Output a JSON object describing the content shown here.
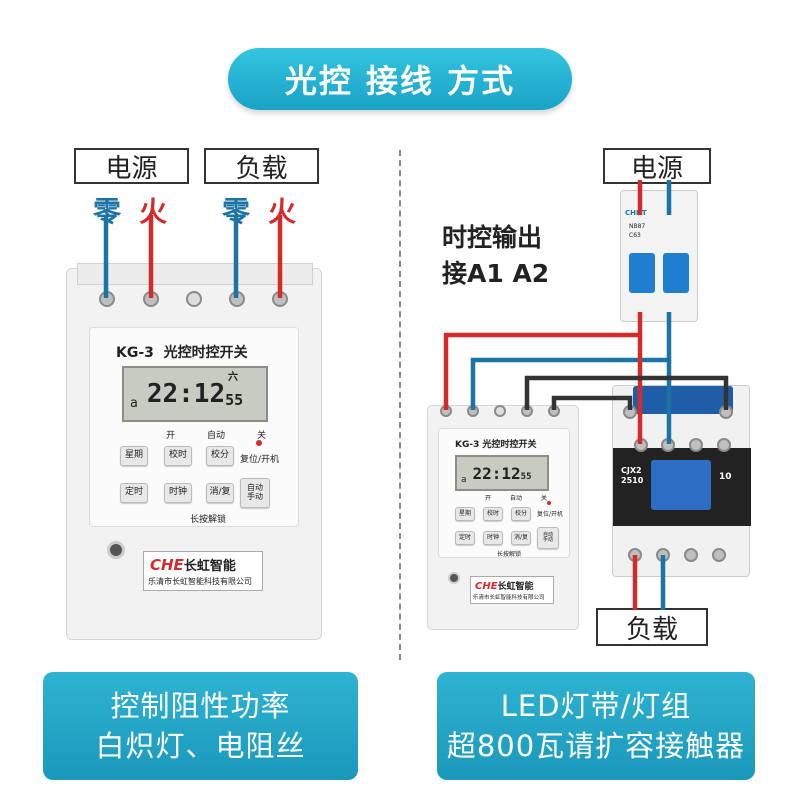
{
  "title": "光控 接线 方式",
  "left": {
    "power_label": "电源",
    "load_label": "负载",
    "neutral": "零",
    "live": "火",
    "neutral2": "零",
    "live2": "火",
    "device": {
      "model": "KG-3",
      "name": "光控时控开关",
      "lcd_time": "22:12",
      "lcd_sec": "55",
      "lcd_day": "六",
      "lcd_a": "a",
      "state_labels": [
        "开",
        "自动",
        "关"
      ],
      "reset_label": "复位/开机",
      "buttons": [
        "星期",
        "校时",
        "校分",
        "定时",
        "时钟",
        "消/复",
        "自动\n手动"
      ],
      "lock_label": "长按解锁",
      "brand_logo": "CHE",
      "brand_name": "长虹智能",
      "company": "乐清市长虹智能科技有限公司"
    },
    "bottom_lines": [
      "控制阻性功率",
      "白炽灯、电阻丝"
    ]
  },
  "right": {
    "power_label": "电源",
    "load_label": "负载",
    "output_title_1": "时控输出",
    "output_title_2": "接A1 A2",
    "breaker": {
      "brand": "CHNT",
      "model": "NB87",
      "rating": "C63"
    },
    "contactor": {
      "model": "CJX2",
      "sub": "2510",
      "rating": "10"
    },
    "device": {
      "model": "KG-3",
      "name": "光控时控开关",
      "lcd_time": "22:12",
      "lcd_sec": "55",
      "lcd_a": "a",
      "state_labels": [
        "开",
        "自动",
        "关"
      ],
      "reset_label": "复位/开机",
      "buttons": [
        "星期",
        "校时",
        "校分",
        "定时",
        "时钟",
        "消/复",
        "自动\n手动"
      ],
      "lock_label": "长按解锁",
      "brand_logo": "CHE",
      "brand_name": "长虹智能",
      "company": "乐清市长虹智能科技有限公司"
    },
    "bottom_lines": [
      "LED灯带/灯组",
      "超800瓦请扩容接触器"
    ]
  },
  "colors": {
    "neutral": "#1b74a4",
    "live": "#d42a2a",
    "coil": "#333333",
    "accent": "#1fa6c8"
  }
}
